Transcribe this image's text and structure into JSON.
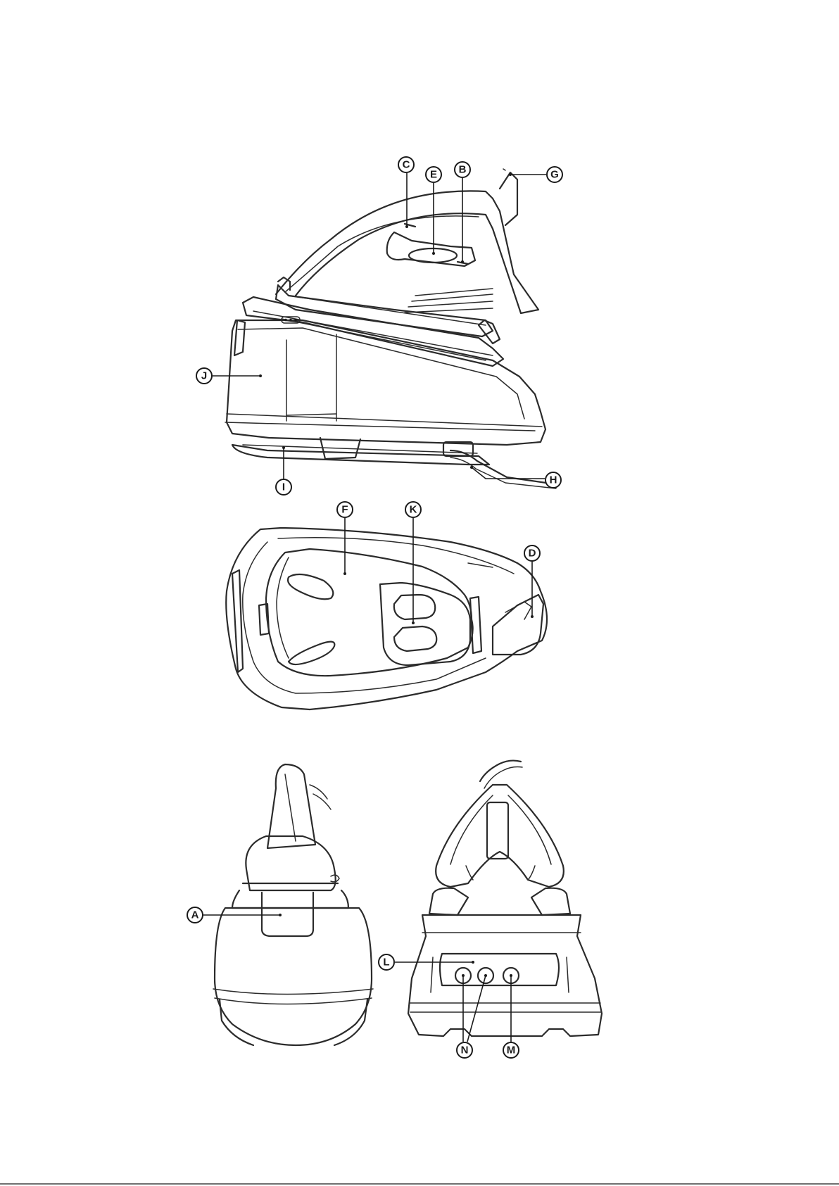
{
  "labels": {
    "A": "A",
    "B": "B",
    "C": "C",
    "D": "D",
    "E": "E",
    "F": "F",
    "G": "G",
    "H": "H",
    "I": "I",
    "J": "J",
    "K": "K",
    "L": "L",
    "M": "M",
    "N": "N"
  },
  "colors": {
    "line": "#2b2b2b",
    "background": "#ffffff"
  }
}
